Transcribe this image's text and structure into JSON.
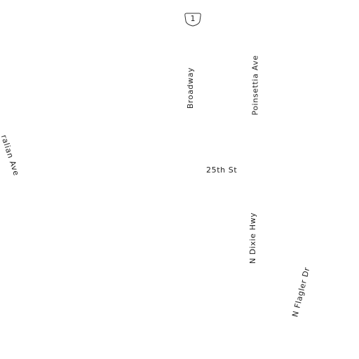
{
  "map": {
    "route_shield": {
      "number": "1",
      "type": "us-highway-shield"
    },
    "streets": {
      "broadway": "Broadway",
      "poinsettia": "Poinsettia Ave",
      "twentyfifth": "25th St",
      "dixie": "N Dixie Hwy",
      "flagler": "N Flagler Dr",
      "australian": "ralian Ave"
    }
  }
}
